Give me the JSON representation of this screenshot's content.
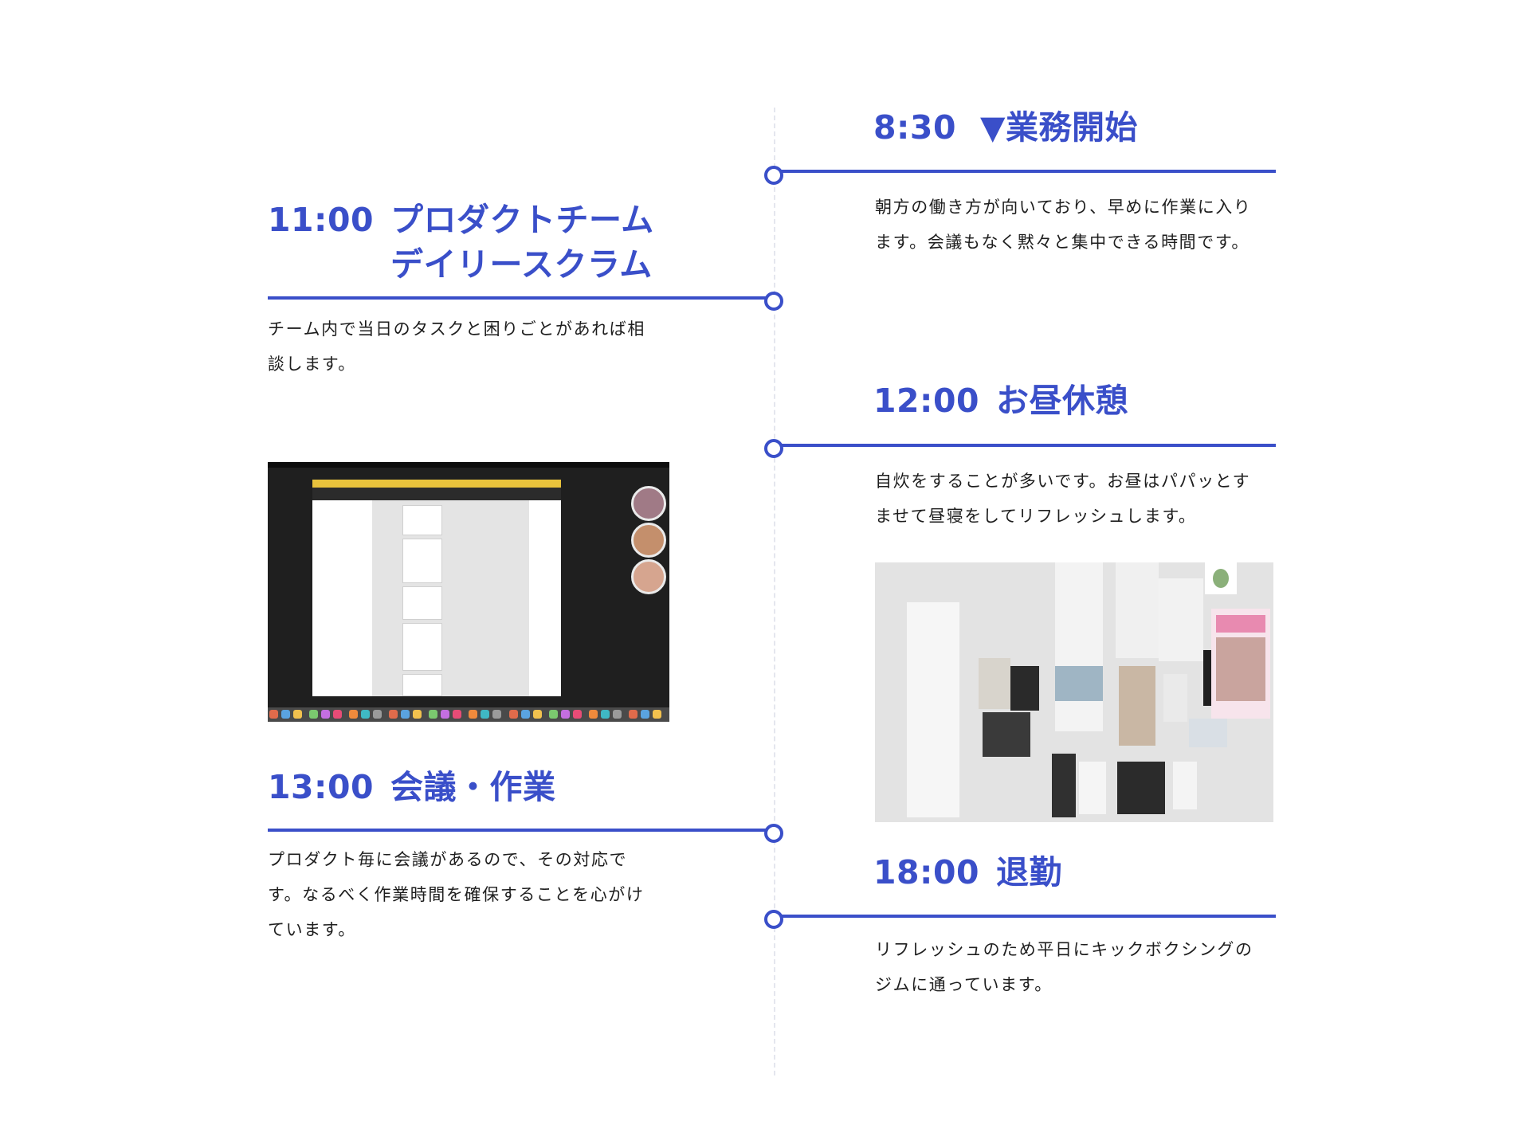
{
  "events": [
    {
      "id": "e0830",
      "time": "8:30",
      "title_lines": [
        "▼業務開始"
      ],
      "desc_lines": [
        "朝方の働き方が向いており、早めに作業に入り",
        "ます。会議もなく黙々と集中できる時間です。"
      ]
    },
    {
      "id": "e1100",
      "time": "11:00",
      "title_lines": [
        "プロダクトチーム",
        "デイリースクラム"
      ],
      "desc_lines": [
        "チーム内で当日のタスクと困りごとがあれば相",
        "談します。"
      ]
    },
    {
      "id": "e1200",
      "time": "12:00",
      "title_lines": [
        "お昼休憩"
      ],
      "desc_lines": [
        "自炊をすることが多いです。お昼はパパッとす",
        "ませて昼寝をしてリフレッシュします。"
      ]
    },
    {
      "id": "e1300",
      "time": "13:00",
      "title_lines": [
        "会議・作業"
      ],
      "desc_lines": [
        "プロダクト毎に会議があるので、その対応で",
        "す。なるべく作業時間を確保することを心がけ",
        "ています。"
      ]
    },
    {
      "id": "e1800",
      "time": "18:00",
      "title_lines": [
        "退勤"
      ],
      "desc_lines": [
        "リフレッシュのため平日にキックボクシングの",
        "ジムに通っています。"
      ]
    }
  ],
  "colors": {
    "accent": "#3a4fc9",
    "text": "#1e1e1e",
    "timeline": "#e4e6ee"
  }
}
